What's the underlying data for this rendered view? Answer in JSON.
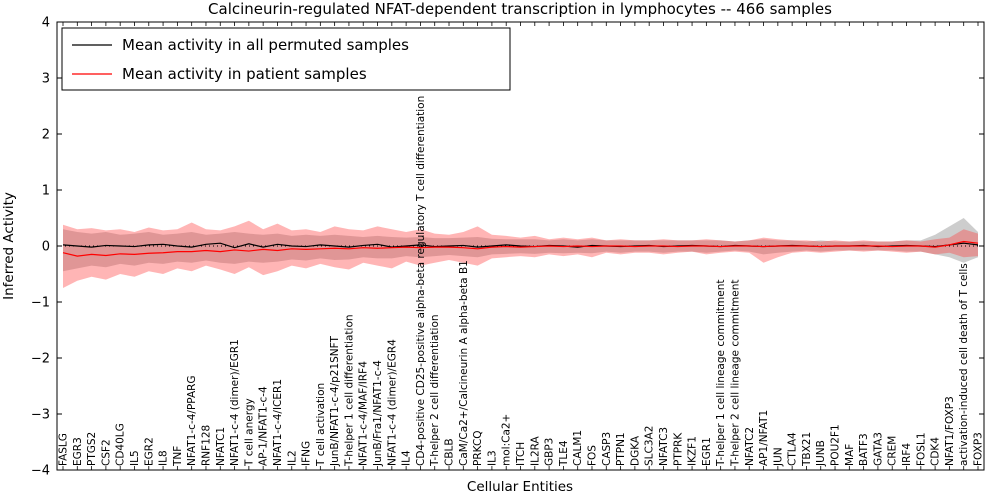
{
  "chart_data": {
    "type": "line",
    "title": "Calcineurin-regulated NFAT-dependent transcription in lymphocytes -- 466 samples",
    "xlabel": "Cellular Entities",
    "ylabel": "Inferred Activity",
    "ylim": [
      -4,
      4
    ],
    "yticks": [
      -4,
      -3,
      -2,
      -1,
      0,
      1,
      2,
      3,
      4
    ],
    "grid": false,
    "legend_position": "upper left",
    "zero_line": 0,
    "colors": {
      "permuted_line": "#000000",
      "patient_line": "#ff0000",
      "permuted_band": "rgba(130,130,130,0.40)",
      "patient_band": "rgba(255,60,60,0.38)",
      "zero_line": "#000000"
    },
    "categories": [
      "FASLG",
      "EGR3",
      "PTGS2",
      "CSF2",
      "CD40LG",
      "IL5",
      "EGR2",
      "IL8",
      "TNF",
      "NFAT1-c-4/PPARG",
      "RNF128",
      "NFATC1",
      "NFAT1-c-4 (dimer)/EGR1",
      "T cell anergy",
      "AP-1/NFAT1-c-4",
      "NFAT1-c-4/ICER1",
      "IL2",
      "IFNG",
      "T cell activation",
      "JunB/NFAT1-c-4/p21SNFT",
      "T-helper 1 cell differentiation",
      "NFAT1-c-4/MAF/IRF4",
      "JunB/Fra1/NFAT1-c-4",
      "NFAT1-c-4 (dimer)/EGR4",
      "IL4",
      "CD4-positive CD25-positive alpha-beta regulatory T cell differentiation",
      "T-helper 2 cell differentiation",
      "CBLB",
      "CaM/Ca2+/Calcineurin A alpha-beta B1",
      "PRKCQ",
      "IL3",
      "mol:Ca2+",
      "ITCH",
      "IL2RA",
      "GBP3",
      "TLE4",
      "CALM1",
      "FOS",
      "CASP3",
      "PTPN1",
      "DGKA",
      "SLC3A2",
      "NFATC3",
      "PTPRK",
      "IKZF1",
      "EGR1",
      "T-helper 1 cell lineage commitment",
      "T-helper 2 cell lineage commitment",
      "NFATC2",
      "AP1/NFAT1",
      "JUN",
      "CTLA4",
      "TBX21",
      "JUNB",
      "POU2F1",
      "MAF",
      "BATF3",
      "GATA3",
      "CREM",
      "IRF4",
      "FOSL1",
      "CDK4",
      "NFAT1/FOXP3",
      "activation-induced cell death of T cells",
      "FOXP3"
    ],
    "series": [
      {
        "name": "Mean activity in all permuted samples",
        "values": [
          0.02,
          0.0,
          -0.02,
          0.01,
          0.0,
          -0.01,
          0.02,
          0.03,
          0.0,
          -0.02,
          0.03,
          0.05,
          -0.03,
          0.04,
          -0.02,
          0.03,
          0.0,
          -0.01,
          0.02,
          0.0,
          -0.02,
          0.01,
          0.03,
          -0.02,
          0.0,
          0.02,
          -0.01,
          0.0,
          0.01,
          -0.02,
          0.0,
          0.02,
          0.0,
          -0.01,
          0.01,
          0.0,
          -0.02,
          0.01,
          0.0,
          -0.01,
          0.0,
          0.01,
          -0.01,
          0.0,
          0.01,
          0.0,
          -0.01,
          0.01,
          0.0,
          -0.01,
          0.0,
          0.01,
          0.0,
          -0.01,
          0.0,
          0.0,
          0.01,
          -0.01,
          0.0,
          0.01,
          0.0,
          -0.01,
          0.02,
          0.05,
          0.02
        ],
        "band_upper": [
          0.3,
          0.25,
          0.22,
          0.25,
          0.2,
          0.22,
          0.25,
          0.2,
          0.22,
          0.25,
          0.2,
          0.22,
          0.25,
          0.22,
          0.2,
          0.22,
          0.18,
          0.2,
          0.18,
          0.2,
          0.18,
          0.16,
          0.18,
          0.16,
          0.15,
          0.16,
          0.14,
          0.14,
          0.15,
          0.16,
          0.13,
          0.12,
          0.12,
          0.12,
          0.1,
          0.12,
          0.1,
          0.12,
          0.1,
          0.1,
          0.1,
          0.1,
          0.1,
          0.1,
          0.1,
          0.1,
          0.1,
          0.08,
          0.1,
          0.12,
          0.1,
          0.1,
          0.08,
          0.1,
          0.08,
          0.08,
          0.08,
          0.08,
          0.08,
          0.1,
          0.1,
          0.2,
          0.35,
          0.5,
          0.25
        ],
        "band_lower": [
          -0.45,
          -0.4,
          -0.35,
          -0.38,
          -0.32,
          -0.35,
          -0.3,
          -0.32,
          -0.28,
          -0.3,
          -0.26,
          -0.3,
          -0.32,
          -0.28,
          -0.3,
          -0.28,
          -0.24,
          -0.26,
          -0.22,
          -0.25,
          -0.24,
          -0.2,
          -0.22,
          -0.22,
          -0.18,
          -0.2,
          -0.18,
          -0.16,
          -0.18,
          -0.2,
          -0.15,
          -0.14,
          -0.13,
          -0.14,
          -0.12,
          -0.13,
          -0.12,
          -0.13,
          -0.1,
          -0.12,
          -0.1,
          -0.1,
          -0.12,
          -0.1,
          -0.1,
          -0.12,
          -0.1,
          -0.08,
          -0.1,
          -0.15,
          -0.12,
          -0.1,
          -0.08,
          -0.1,
          -0.08,
          -0.08,
          -0.08,
          -0.08,
          -0.08,
          -0.1,
          -0.1,
          -0.15,
          -0.2,
          -0.3,
          -0.2
        ]
      },
      {
        "name": "Mean activity in patient samples",
        "values": [
          -0.12,
          -0.18,
          -0.15,
          -0.17,
          -0.14,
          -0.15,
          -0.13,
          -0.12,
          -0.1,
          -0.1,
          -0.08,
          -0.1,
          -0.07,
          -0.09,
          -0.06,
          -0.08,
          -0.05,
          -0.06,
          -0.05,
          -0.04,
          -0.05,
          -0.03,
          -0.04,
          -0.03,
          -0.02,
          -0.03,
          -0.02,
          -0.02,
          -0.03,
          -0.05,
          -0.02,
          -0.01,
          -0.02,
          -0.01,
          0.0,
          -0.01,
          0.0,
          -0.01,
          0.0,
          0.0,
          -0.01,
          0.0,
          0.0,
          -0.01,
          0.0,
          0.0,
          -0.01,
          0.0,
          0.0,
          -0.01,
          0.0,
          0.0,
          0.0,
          -0.01,
          0.0,
          0.0,
          0.0,
          0.0,
          -0.01,
          0.0,
          0.0,
          -0.02,
          0.02,
          0.08,
          0.05
        ],
        "band_upper": [
          0.38,
          0.3,
          0.32,
          0.28,
          0.3,
          0.25,
          0.33,
          0.28,
          0.3,
          0.42,
          0.3,
          0.28,
          0.35,
          0.45,
          0.3,
          0.4,
          0.28,
          0.3,
          0.25,
          0.35,
          0.3,
          0.28,
          0.35,
          0.3,
          0.25,
          0.3,
          0.22,
          0.2,
          0.25,
          0.35,
          0.2,
          0.18,
          0.15,
          0.18,
          0.12,
          0.15,
          0.12,
          0.15,
          0.1,
          0.12,
          0.1,
          0.1,
          0.12,
          0.1,
          0.1,
          0.12,
          0.1,
          0.08,
          0.1,
          0.15,
          0.12,
          0.1,
          0.1,
          0.08,
          0.1,
          0.08,
          0.1,
          0.08,
          0.08,
          0.1,
          0.08,
          0.12,
          0.15,
          0.3,
          0.22
        ],
        "band_lower": [
          -0.75,
          -0.62,
          -0.55,
          -0.6,
          -0.5,
          -0.55,
          -0.45,
          -0.5,
          -0.4,
          -0.45,
          -0.35,
          -0.42,
          -0.5,
          -0.38,
          -0.52,
          -0.45,
          -0.35,
          -0.4,
          -0.32,
          -0.38,
          -0.42,
          -0.3,
          -0.35,
          -0.4,
          -0.28,
          -0.35,
          -0.3,
          -0.25,
          -0.3,
          -0.35,
          -0.22,
          -0.2,
          -0.18,
          -0.2,
          -0.15,
          -0.18,
          -0.15,
          -0.2,
          -0.12,
          -0.15,
          -0.12,
          -0.12,
          -0.15,
          -0.12,
          -0.1,
          -0.15,
          -0.12,
          -0.1,
          -0.12,
          -0.3,
          -0.2,
          -0.12,
          -0.1,
          -0.12,
          -0.1,
          -0.08,
          -0.1,
          -0.08,
          -0.1,
          -0.12,
          -0.1,
          -0.15,
          -0.12,
          -0.2,
          -0.18
        ]
      }
    ],
    "legend": {
      "entries": [
        {
          "label": "Mean activity in all permuted samples",
          "color": "#000000"
        },
        {
          "label": "Mean activity in patient samples",
          "color": "#ff0000"
        }
      ]
    }
  }
}
